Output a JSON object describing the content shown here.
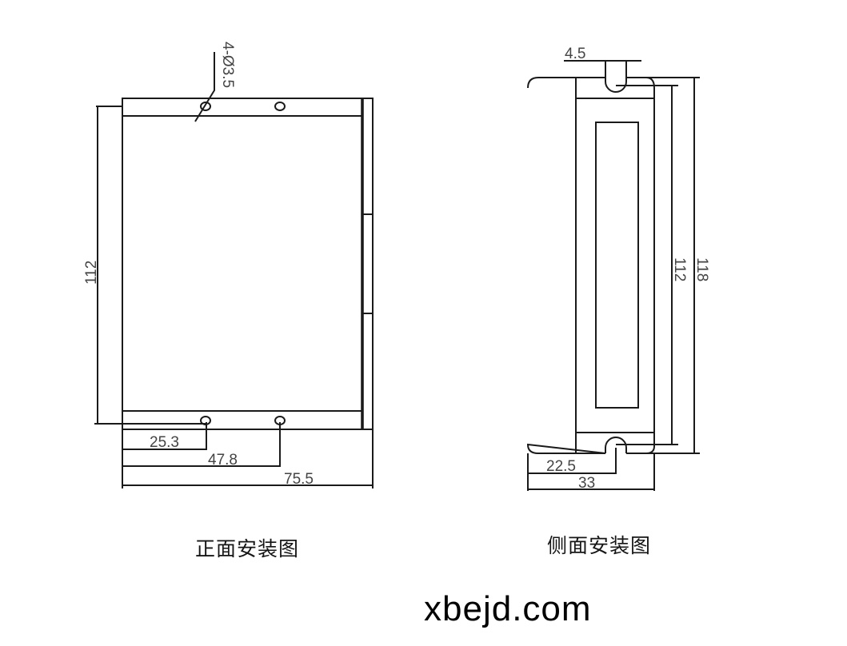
{
  "front_view": {
    "caption": "正面安装图",
    "hole_label": "4-Ø3.5",
    "height_label": "112",
    "hole1_offset_label": "25.3",
    "hole2_offset_label": "47.8",
    "width_label": "75.5"
  },
  "side_view": {
    "caption": "侧面安装图",
    "slot_width_label": "4.5",
    "inner_height_label": "112",
    "outer_height_label": "118",
    "slot_offset_label": "22.5",
    "width_label": "33"
  },
  "watermark": "xbejd.com"
}
